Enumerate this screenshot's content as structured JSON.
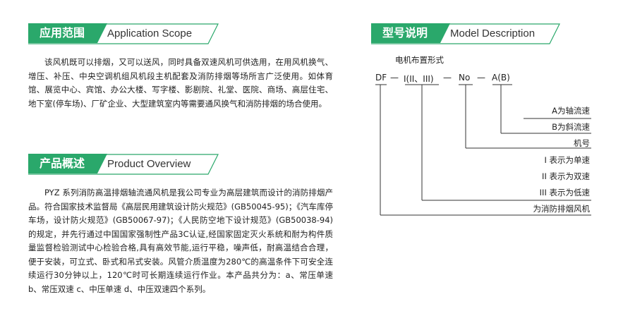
{
  "application_scope": {
    "title_cn": "应用范围",
    "title_en": "Application Scope",
    "text": "该风机既可以排烟，又可以送风，同时具备双速风机可供选用，在用风机换气、增压、补压、中央空调机组风机段主机配套及消防排烟等场所言广泛使用。如体育馆、展览中心、宾馆、办公大楼、写字楼、影剧院、礼堂、医院、商场、高层住宅、地下室(停车场)、厂矿企业、大型建筑室内等需要通风换气和消防排烟的场合使用。"
  },
  "product_overview": {
    "title_cn": "产品概述",
    "title_en": "Product Overview",
    "text": "PYZ 系列消防高温排烟轴流通风机是我公司专业为高层建筑而设计的消防排烟产品。符合国家技术监督局《高层民用建筑设计防火规范》(GB50045-95)；《汽车库停车场，设计防火规范》(GB50067-97)；《人民防空地下设计规范》(GB50038-94)的规定，并先行通过中国国家强制性产品3C认证,经国家固定灭火系统和耐为构件质量监督检验测试中心检验合格,具有高效节能,运行平稳，噪声低，耐高温结合合理，便于安装，可立式、卧式和吊式安装。风管介质温度为280℃的高温条件下可安全连续运行30分钟以上，120℃时可长期连续运行作业。本产品共分为：a、常压单速  b、常压双速  c、中压单速  d、中压双速四个系列。"
  },
  "model_description": {
    "title_cn": "型号说明",
    "title_en": "Model Description",
    "motor_label": "电机布置形式",
    "code_parts": [
      "DF",
      "—",
      "I(II、III)",
      "—",
      "No",
      "—",
      "A(B)"
    ],
    "legend": [
      "A为轴流速",
      "B为斜流速",
      "机号",
      "I 表示为单速",
      "II 表示为双速",
      "III 表示为低速",
      "为消防排烟风机"
    ]
  },
  "colors": {
    "accent": "#2aa86b",
    "line": "#2aa86b",
    "bracket": "#333333"
  }
}
